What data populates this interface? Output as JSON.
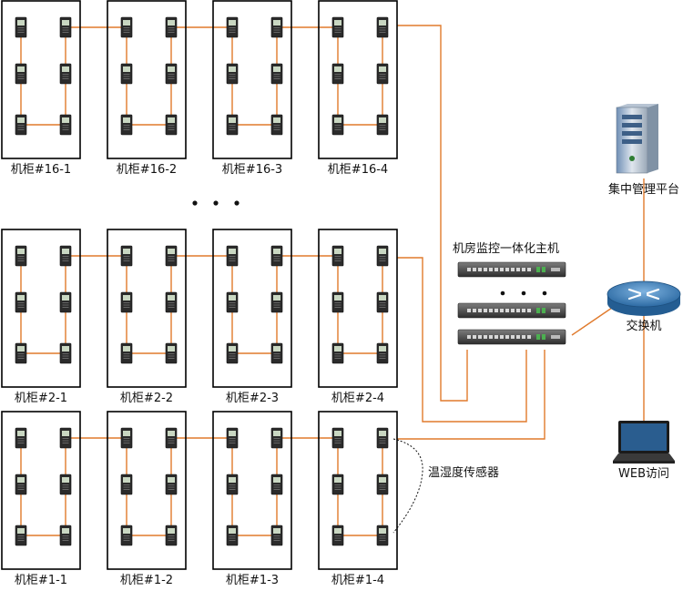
{
  "colors": {
    "wire": "#e07a2c",
    "cabinet_border": "#000000",
    "dots": "#111111"
  },
  "icons": {
    "sensor": "temp-humidity-sensor-icon",
    "server": "server-tower-icon",
    "switch": "router-switch-icon",
    "laptop": "laptop-icon",
    "host": "rack-device-icon"
  },
  "cabinet_rows": [
    {
      "cabinets": [
        {
          "label": "机柜#16-1"
        },
        {
          "label": "机柜#16-2"
        },
        {
          "label": "机柜#16-3"
        },
        {
          "label": "机柜#16-4"
        }
      ]
    },
    {
      "cabinets": [
        {
          "label": "机柜#2-1"
        },
        {
          "label": "机柜#2-2"
        },
        {
          "label": "机柜#2-3"
        },
        {
          "label": "机柜#2-4"
        }
      ]
    },
    {
      "cabinets": [
        {
          "label": "机柜#1-1"
        },
        {
          "label": "机柜#1-2"
        },
        {
          "label": "机柜#1-3"
        },
        {
          "label": "机柜#1-4"
        }
      ]
    }
  ],
  "labels": {
    "host_unit": "机房监控一体化主机",
    "platform": "集中管理平台",
    "switch": "交换机",
    "web": "WEB访问",
    "sensor": "温湿度传感器"
  }
}
